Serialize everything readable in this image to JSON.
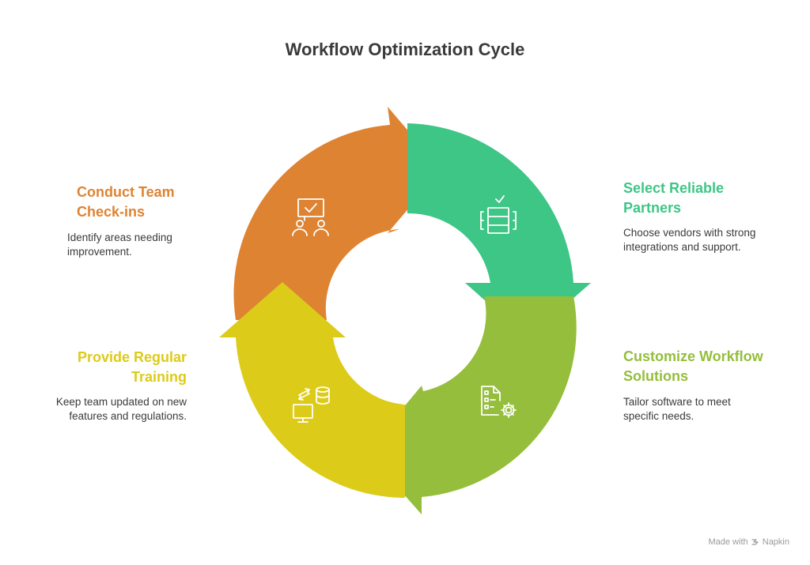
{
  "title": "Workflow Optimization Cycle",
  "colors": {
    "orange": "#DE8332",
    "green": "#3EC686",
    "lime": "#94BE3B",
    "yellow": "#DDCB19"
  },
  "steps": [
    {
      "title_line1": "Conduct Team",
      "title_line2": "Check-ins",
      "desc_line1": "Identify areas needing",
      "desc_line2": "improvement.",
      "icon": "team-chat-icon",
      "color": "#DE8332"
    },
    {
      "title_line1": "Select Reliable",
      "title_line2": "Partners",
      "desc_line1": "Choose vendors with strong",
      "desc_line2": "integrations and support.",
      "icon": "server-check-icon",
      "color": "#3EC686"
    },
    {
      "title_line1": "Customize Workflow",
      "title_line2": "Solutions",
      "desc_line1": "Tailor software to meet",
      "desc_line2": "specific needs.",
      "icon": "document-gear-icon",
      "color": "#94BE3B"
    },
    {
      "title_line1": "Provide Regular",
      "title_line2": "Training",
      "desc_line1": "Keep team updated on new",
      "desc_line2": "features and regulations.",
      "icon": "computer-database-sync-icon",
      "color": "#DDCB19"
    }
  ],
  "footer": {
    "made_with": "Made with",
    "brand": "Napkin"
  }
}
